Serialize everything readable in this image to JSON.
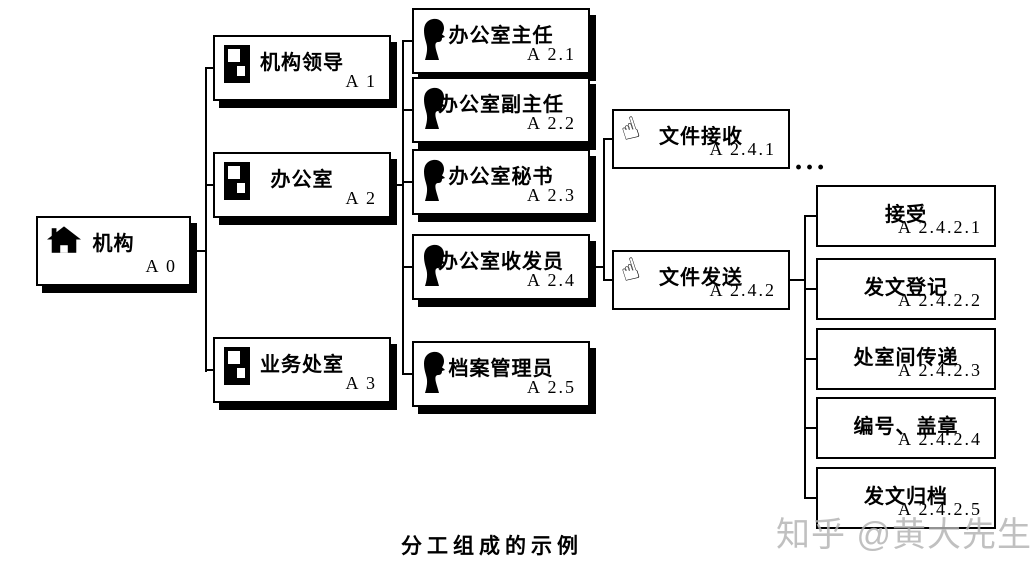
{
  "diagram": {
    "caption": "分工组成的示例",
    "watermark": "知乎 @黄大先生",
    "ellipsis": "...",
    "colors": {
      "line": "#000000",
      "box_background": "#ffffff",
      "box_border": "#000000",
      "watermark": "#b2b2b2"
    },
    "boxes": [
      {
        "id": "A0",
        "title": "机构",
        "code": "A 0",
        "icon": "home-icon"
      },
      {
        "id": "A1",
        "title": "机构领导",
        "code": "A 1",
        "icon": "org-unit-icon"
      },
      {
        "id": "A2",
        "title": "办公室",
        "code": "A 2",
        "icon": "org-unit-icon"
      },
      {
        "id": "A3",
        "title": "业务处室",
        "code": "A 3",
        "icon": "org-unit-icon"
      },
      {
        "id": "A2.1",
        "title": "办公室主任",
        "code": "A 2.1",
        "icon": "person-icon"
      },
      {
        "id": "A2.2",
        "title": "办公室副主任",
        "code": "A 2.2",
        "icon": "person-icon"
      },
      {
        "id": "A2.3",
        "title": "办公室秘书",
        "code": "A 2.3",
        "icon": "person-icon"
      },
      {
        "id": "A2.4",
        "title": "办公室收发员",
        "code": "A 2.4",
        "icon": "person-icon"
      },
      {
        "id": "A2.5",
        "title": "档案管理员",
        "code": "A 2.5",
        "icon": "person-icon"
      },
      {
        "id": "A2.4.1",
        "title": "文件接收",
        "code": "A 2.4.1",
        "icon": "pointing-hand-icon"
      },
      {
        "id": "A2.4.2",
        "title": "文件发送",
        "code": "A 2.4.2",
        "icon": "pointing-hand-icon"
      },
      {
        "id": "A2.4.2.1",
        "title": "接受",
        "code": "A 2.4.2.1",
        "icon": null
      },
      {
        "id": "A2.4.2.2",
        "title": "发文登记",
        "code": "A 2.4.2.2",
        "icon": null
      },
      {
        "id": "A2.4.2.3",
        "title": "处室间传递",
        "code": "A 2.4.2.3",
        "icon": null
      },
      {
        "id": "A2.4.2.4",
        "title": "编号、盖章",
        "code": "A 2.4.2.4",
        "icon": null
      },
      {
        "id": "A2.4.2.5",
        "title": "发文归档",
        "code": "A 2.4.2.5",
        "icon": null
      }
    ]
  }
}
